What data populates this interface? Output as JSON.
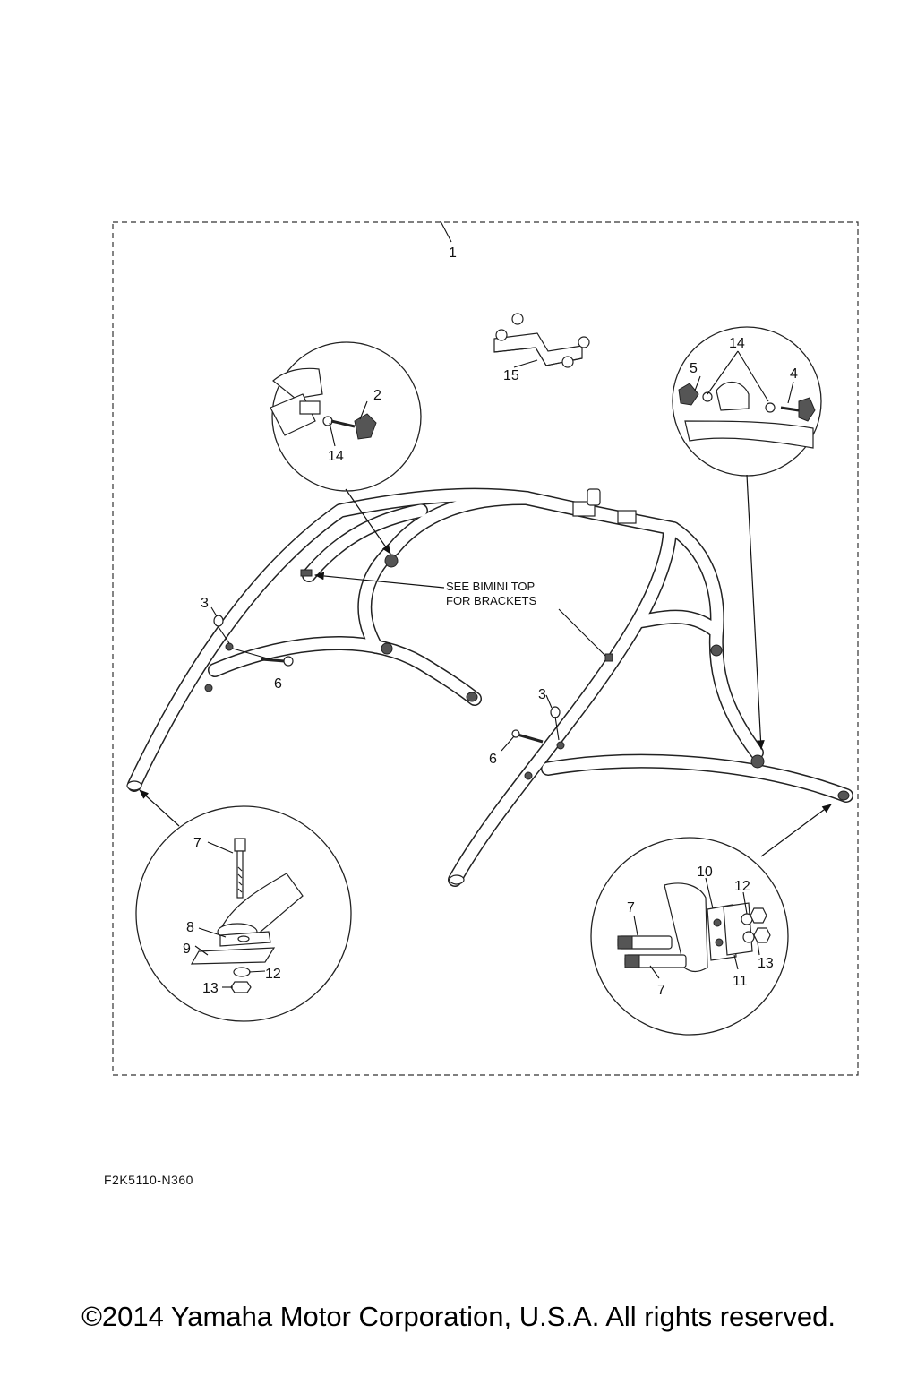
{
  "diagram": {
    "callouts": {
      "c1": "1",
      "c2": "2",
      "c3a": "3",
      "c3b": "3",
      "c4": "4",
      "c5": "5",
      "c6a": "6",
      "c6b": "6",
      "c7a": "7",
      "c7b": "7",
      "c7c": "7",
      "c8": "8",
      "c9": "9",
      "c10": "10",
      "c11": "11",
      "c12a": "12",
      "c12b": "12",
      "c13a": "13",
      "c13b": "13",
      "c14a": "14",
      "c14b": "14",
      "c15": "15"
    },
    "note": {
      "line1": "SEE BIMINI TOP",
      "line2": "FOR BRACKETS"
    }
  },
  "footer": {
    "diagram_code": "F2K5110-N360",
    "copyright": "©2014 Yamaha Motor Corporation, U.S.A. All rights reserved."
  }
}
